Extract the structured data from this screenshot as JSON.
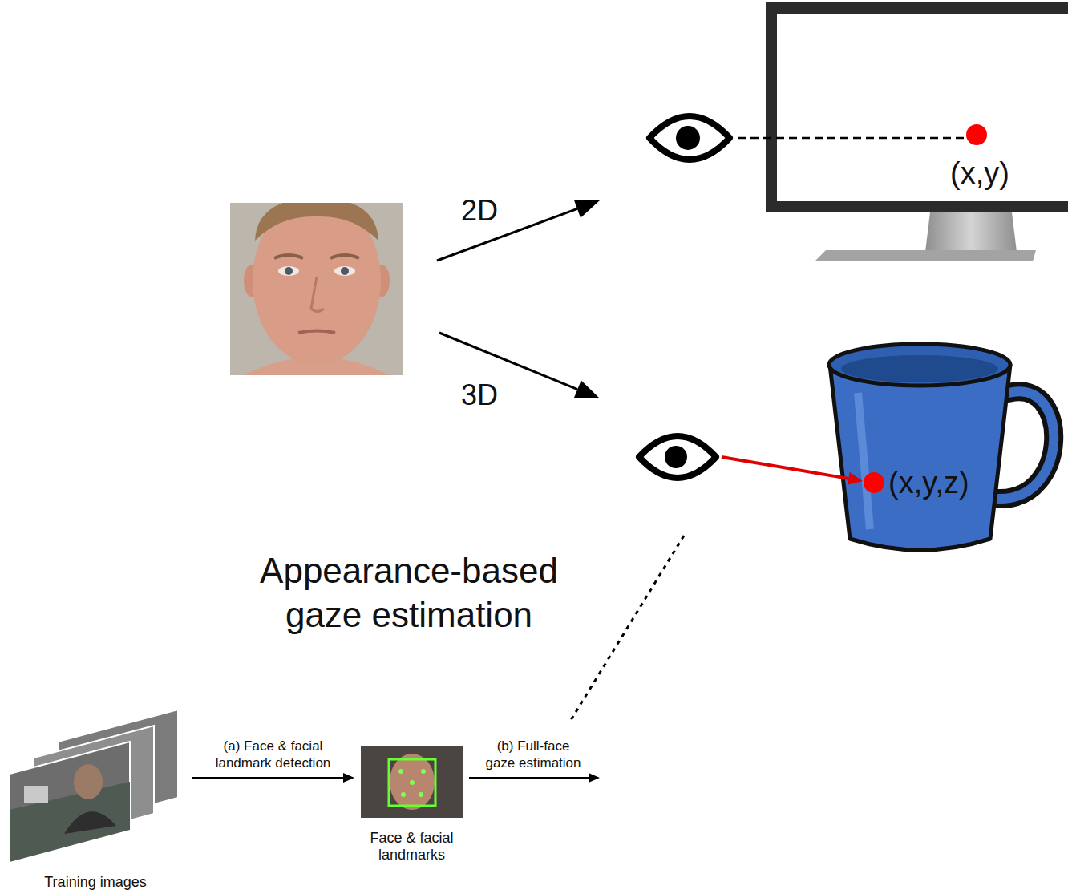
{
  "diagram": {
    "nodes": [
      {
        "text": [
          "(x,y)"
        ]
      },
      {
        "text": [
          "(x,y,z)"
        ]
      },
      {
        "text": [
          "Training images"
        ]
      },
      {
        "text": [
          "Face & facial landmarks"
        ]
      }
    ],
    "edges": [
      {
        "from": 2,
        "to": 3,
        "arrow": "to",
        "label": "(a) Face & facial landmark detection"
      }
    ],
    "labels": [
      "2D",
      "3D",
      "Appearance-based gaze estimation",
      "(b) Full-face gaze estimation"
    ]
  }
}
